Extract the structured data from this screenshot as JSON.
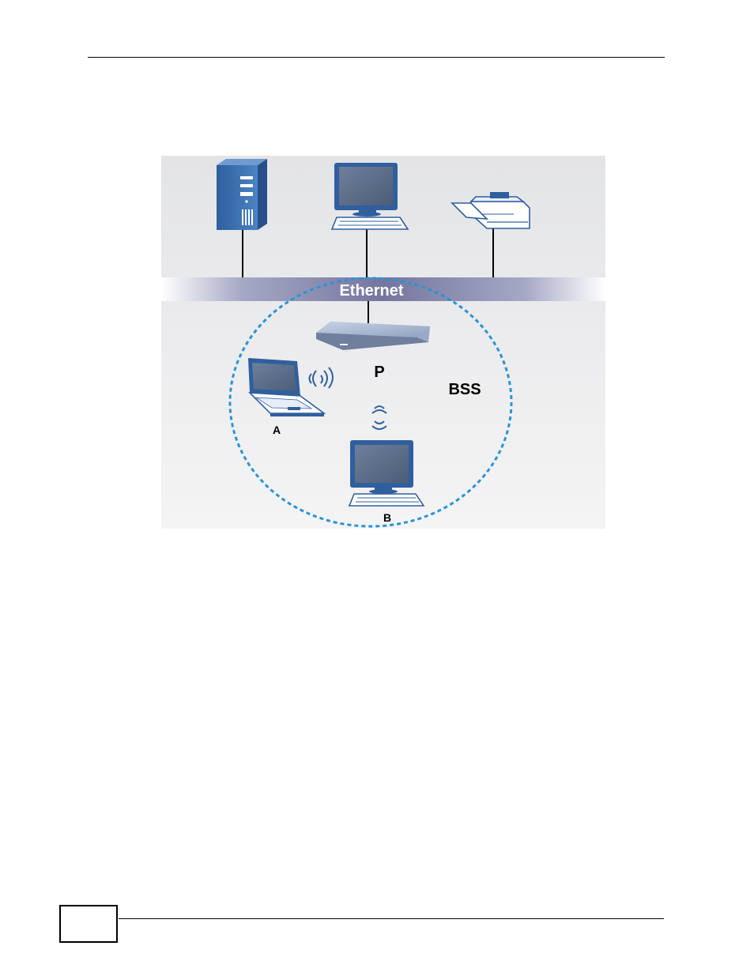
{
  "diagram": {
    "bus_label": "Ethernet",
    "access_point_label": "P",
    "bss_label": "BSS",
    "station_a_label": "A",
    "station_b_label": "B"
  },
  "colors": {
    "dashed_circle": "#2a93d5",
    "bus_dark": "#7c7ea8",
    "device_blue": "#3f73b3",
    "screen": "#5b6f8c"
  },
  "icons": [
    "server-tower-icon",
    "desktop-computer-icon",
    "printer-icon",
    "access-point-icon",
    "laptop-icon",
    "wireless-signal-icon"
  ]
}
